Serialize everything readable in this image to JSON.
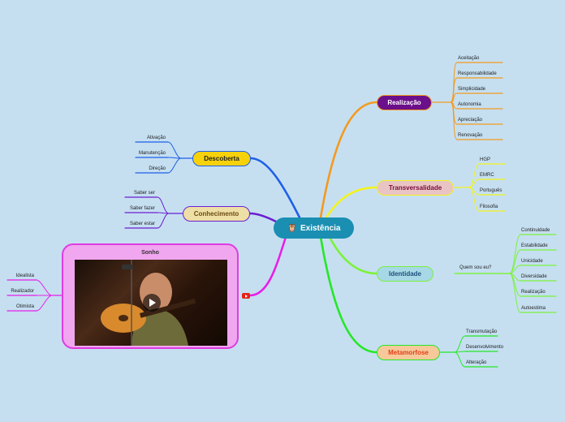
{
  "root": {
    "label": "Existência",
    "icon": "owl-icon"
  },
  "branches": {
    "realizacao": {
      "label": "Realização",
      "color": "#f39a1e",
      "fill": "#6b0f8a",
      "text_color": "#ffffff",
      "items": [
        "Aceitação",
        "Responsabilidade",
        "Simplicidade",
        "Autonomia",
        "Apreciação",
        "Renovação"
      ]
    },
    "transversalidade": {
      "label": "Transversalidade",
      "color": "#f4f41a",
      "fill": "#e9c4c4",
      "text_color": "#7a0b3a",
      "items": [
        "HGP",
        "EMRC",
        "Português",
        "Filosofia"
      ]
    },
    "identidade": {
      "label": "Identidade",
      "color": "#7cf23a",
      "fill": "#a6d8e6",
      "text_color": "#1e4f7a",
      "question": "Quem sou eu?",
      "items": [
        "Continuidade",
        "Estabilidade",
        "Unicidade",
        "Diversidade",
        "Realização",
        "Autoestima"
      ]
    },
    "metamorfose": {
      "label": "Metamorfose",
      "color": "#25e825",
      "fill": "#f6c89a",
      "text_color": "#e2401b",
      "items": [
        "Transmutação",
        "Desenvolvimento",
        "Alteração"
      ]
    },
    "descoberta": {
      "label": "Descoberta",
      "color": "#1f5fe8",
      "fill": "#f7d20a",
      "text_color": "#222222",
      "items": [
        "Ativação",
        "Manutenção",
        "Direção"
      ]
    },
    "conhecimento": {
      "label": "Conhecimento",
      "color": "#6a1fd0",
      "fill": "#eedfa6",
      "text_color": "#6b4a10",
      "items": [
        "Saber ser",
        "Saber fazer",
        "Saber estar"
      ]
    },
    "sonho": {
      "label": "Sonho",
      "color": "#e81fe8",
      "fill": "#f1a6f0",
      "items": [
        "Idealista",
        "Realizador",
        "Otimista"
      ],
      "media_icon": "youtube-icon"
    }
  }
}
